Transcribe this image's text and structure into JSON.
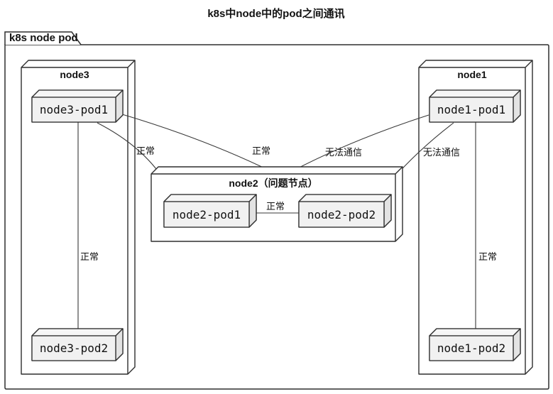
{
  "title": "k8s中node中的pod之间通讯",
  "frame": {
    "label": "k8s node pod"
  },
  "nodes": [
    {
      "id": "node3",
      "title": "node3",
      "pods": [
        {
          "name": "node3-pod1"
        },
        {
          "name": "node3-pod2"
        }
      ]
    },
    {
      "id": "node2",
      "title": "node2（问题节点）",
      "pods": [
        {
          "name": "node2-pod1"
        },
        {
          "name": "node2-pod2"
        }
      ]
    },
    {
      "id": "node1",
      "title": "node1",
      "pods": [
        {
          "name": "node1-pod1"
        },
        {
          "name": "node1-pod2"
        }
      ]
    }
  ],
  "edges": [
    {
      "from": "node3-pod1",
      "to": "node3-pod2",
      "label": "正常"
    },
    {
      "from": "node3-pod1",
      "to": "node2-pod1",
      "label": "正常"
    },
    {
      "from": "node3-pod1",
      "to": "node2-pod2",
      "label": "正常"
    },
    {
      "from": "node1-pod1",
      "to": "node2-pod1",
      "label": "无法通信"
    },
    {
      "from": "node1-pod1",
      "to": "node2-pod2",
      "label": "无法通信"
    },
    {
      "from": "node1-pod1",
      "to": "node1-pod2",
      "label": "正常"
    },
    {
      "from": "node2-pod1",
      "to": "node2-pod2",
      "label": "正常"
    }
  ],
  "colors": {
    "background": "#ffffff",
    "line": "#2e2e2e",
    "node_fill": "#ffffff",
    "pod_fill": "#f1f1f1",
    "pod_top": "#f6f6f6",
    "pod_side": "#e3e3e3"
  }
}
